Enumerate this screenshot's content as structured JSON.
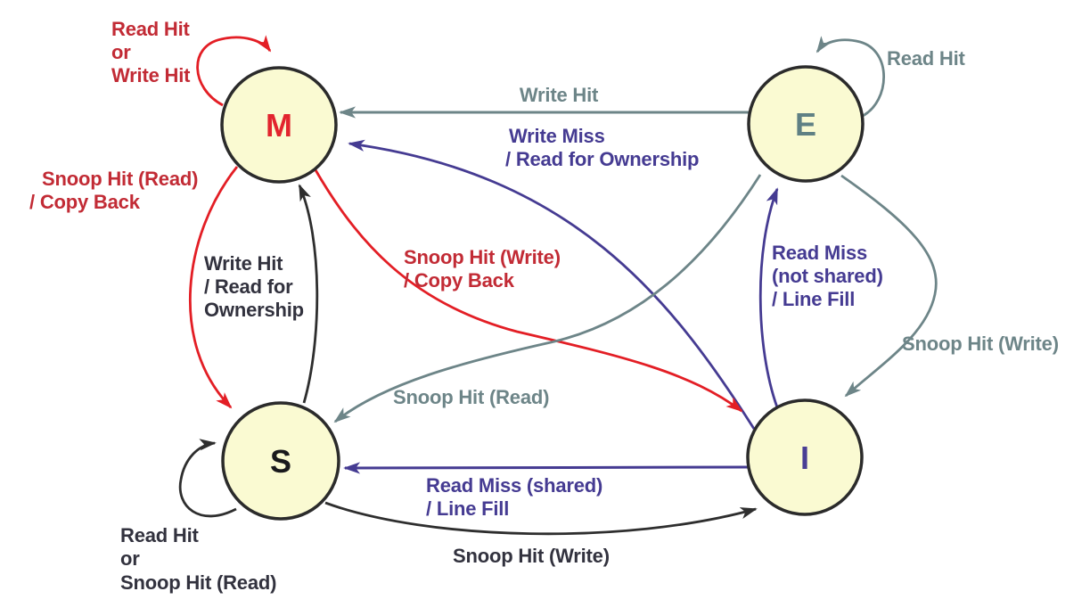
{
  "diagram_name": "MESI cache state transition diagram",
  "colors": {
    "background": "#ffffff",
    "node_fill": "#FAFAD2",
    "node_border": "#2B2B2B",
    "red": "#E31E25",
    "crimson": "#C22B35",
    "gray": "#6D8588",
    "purple": "#453B92",
    "black": "#2E2E2E",
    "dark_text": "#32323E"
  },
  "states": [
    {
      "id": "M",
      "label": "M",
      "color": "#E2242E"
    },
    {
      "id": "E",
      "label": "E",
      "color": "#5F8084"
    },
    {
      "id": "S",
      "label": "S",
      "color": "#19191C"
    },
    {
      "id": "I",
      "label": "I",
      "color": "#493E94"
    }
  ],
  "transitions": [
    {
      "from": "M",
      "to": "M",
      "lines": [
        "Read Hit",
        "or",
        "Write Hit"
      ],
      "arrow_color": "#E31E25",
      "label_color": "#C22B35"
    },
    {
      "from": "E",
      "to": "M",
      "lines": [
        "Write Hit"
      ],
      "arrow_color": "#6D8588",
      "label_color": "#6D8588"
    },
    {
      "from": "I",
      "to": "M",
      "lines": [
        "Write Miss",
        "/ Read for Ownership"
      ],
      "arrow_color": "#453B92",
      "label_color": "#453B92"
    },
    {
      "from": "E",
      "to": "E",
      "lines": [
        "Read Hit"
      ],
      "arrow_color": "#6D8588",
      "label_color": "#6D8588"
    },
    {
      "from": "M",
      "to": "S",
      "lines": [
        "Snoop Hit (Read)",
        "/ Copy Back"
      ],
      "arrow_color": "#E31E25",
      "label_color": "#C22B35"
    },
    {
      "from": "S",
      "to": "M",
      "lines": [
        "Write Hit",
        "/ Read for",
        "Ownership"
      ],
      "arrow_color": "#2E2E2E",
      "label_color": "#32323E"
    },
    {
      "from": "M",
      "to": "I",
      "lines": [
        "Snoop Hit (Write)",
        "/ Copy Back"
      ],
      "arrow_color": "#E31E25",
      "label_color": "#C22B35"
    },
    {
      "from": "I",
      "to": "E",
      "lines": [
        "Read Miss",
        "(not shared)",
        "/ Line Fill"
      ],
      "arrow_color": "#453B92",
      "label_color": "#453B92"
    },
    {
      "from": "E",
      "to": "I",
      "lines": [
        "Snoop Hit (Write)"
      ],
      "arrow_color": "#6D8588",
      "label_color": "#6D8588"
    },
    {
      "from": "E",
      "to": "S",
      "lines": [
        "Snoop Hit (Read)"
      ],
      "arrow_color": "#6D8588",
      "label_color": "#6D8588"
    },
    {
      "from": "I",
      "to": "S",
      "lines": [
        "Read Miss (shared)",
        "/ Line Fill"
      ],
      "arrow_color": "#453B92",
      "label_color": "#453B92"
    },
    {
      "from": "S",
      "to": "I",
      "lines": [
        "Snoop Hit (Write)"
      ],
      "arrow_color": "#2E2E2E",
      "label_color": "#32323E"
    },
    {
      "from": "S",
      "to": "S",
      "lines": [
        "Read Hit",
        "or",
        "Snoop Hit (Read)"
      ],
      "arrow_color": "#2E2E2E",
      "label_color": "#32323E"
    }
  ]
}
